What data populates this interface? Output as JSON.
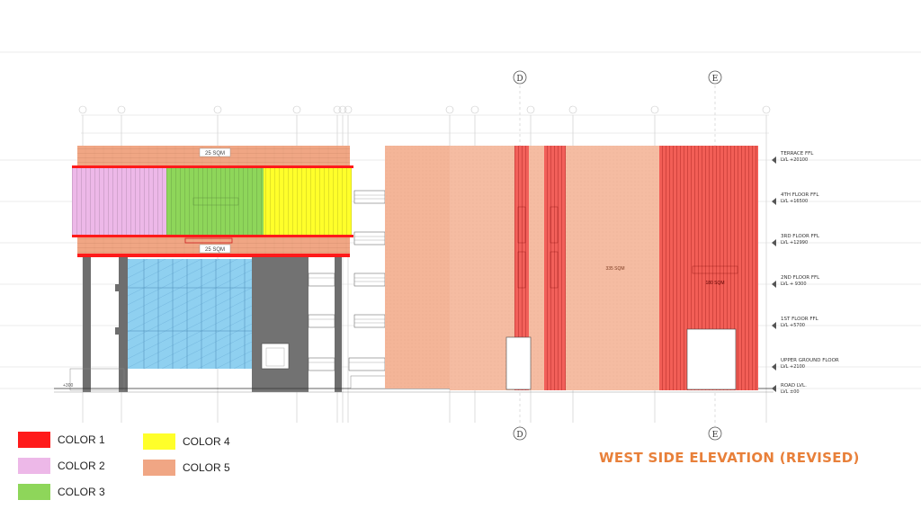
{
  "title": "WEST SIDE ELEVATION (REVISED)",
  "legend": [
    {
      "label": "COLOR 1",
      "color": "#FF1A1A"
    },
    {
      "label": "COLOR 2",
      "color": "#EDB8E8"
    },
    {
      "label": "COLOR 3",
      "color": "#8ED65A"
    },
    {
      "label": "COLOR 4",
      "color": "#FFFF2A"
    },
    {
      "label": "COLOR 5",
      "color": "#F0A684"
    }
  ],
  "grid_markers": {
    "d": "D",
    "e": "E"
  },
  "areas": {
    "top_band": "25 SQM",
    "mid_band": "25 SQM",
    "salmon_panel": "335 SQM",
    "red_panel": "180 SQM"
  },
  "levels": [
    {
      "name": "TERRACE FFL",
      "lvl": "LVL +20100"
    },
    {
      "name": "4TH FLOOR FFL",
      "lvl": "LVL +16500"
    },
    {
      "name": "3RD FLOOR FFL",
      "lvl": "LVL +12990"
    },
    {
      "name": "2ND FLOOR FFL",
      "lvl": "LVL + 9300"
    },
    {
      "name": "1ST FLOOR FFL",
      "lvl": "LVL +5700"
    },
    {
      "name": "UPPER GROUND FLOOR",
      "lvl": "LVL +2100"
    },
    {
      "name": "ROAD LVL.",
      "lvl": "LVL ±00"
    }
  ],
  "plinth_label": "+300"
}
